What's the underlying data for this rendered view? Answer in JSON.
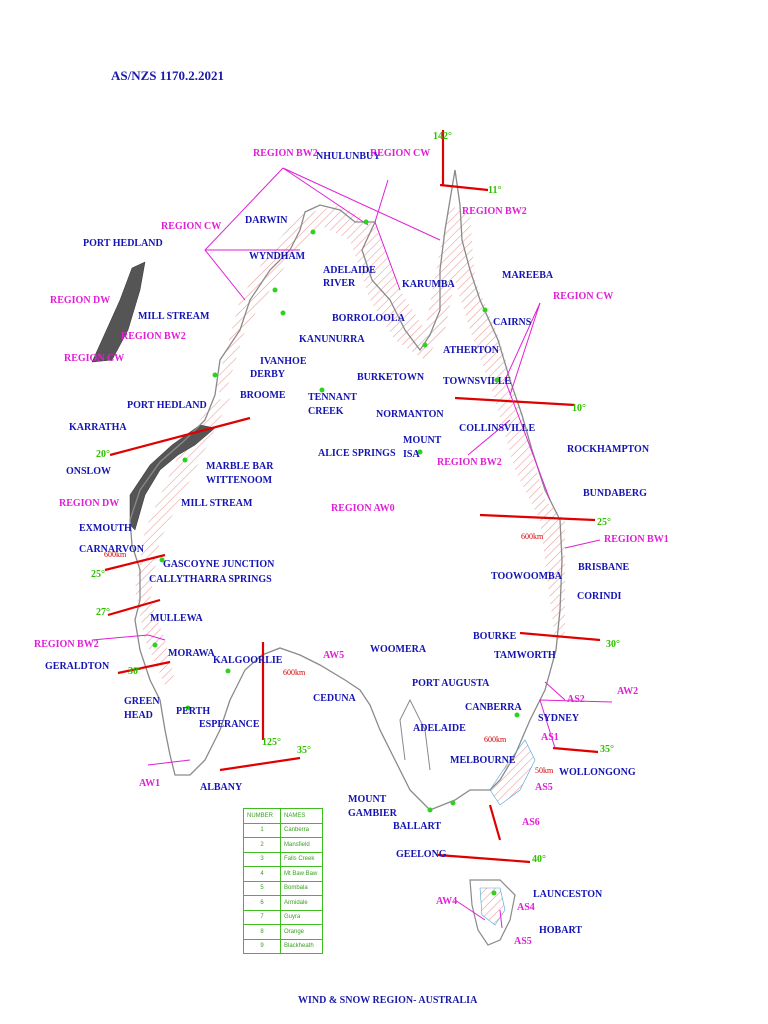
{
  "title": "AS/NZS 1170.2.2021",
  "footer": "WIND & SNOW REGION- AUSTRALIA",
  "colors": {
    "label": "#1414b4",
    "region": "#e01fd6",
    "degree": "#2fbf00",
    "boundary": "#e00000",
    "coast": "#888888",
    "strip": "#555555"
  },
  "places": {
    "port_hedland_inset": "PORT HEDLAND",
    "mill_stream_inset": "MILL STREAM",
    "darwin": "DARWIN",
    "nhulunbuy": "NHULUNBUY",
    "wyndham": "WYNDHAM",
    "adelaide_river_1": "ADELAIDE",
    "adelaide_river_2": "RIVER",
    "karumba": "KARUMBA",
    "mareeba": "MAREEBA",
    "borroloola": "BORROLOOLA",
    "kanunurra": "KANUNURRA",
    "cairns": "CAIRNS",
    "ivanhoe": "IVANHOE",
    "derby": "DERBY",
    "atherton": "ATHERTON",
    "burketown": "BURKETOWN",
    "broome": "BROOME",
    "tennant_1": "TENNANT",
    "tennant_2": "CREEK",
    "townsville": "TOWNSVILLE",
    "port_hedland": "PORT HEDLAND",
    "normanton": "NORMANTON",
    "karratha": "KARRATHA",
    "collinsville": "COLLINSVILLE",
    "mount_isa_1": "MOUNT",
    "mount_isa_2": "ISA",
    "rockhampton": "ROCKHAMPTON",
    "alice_springs": "ALICE SPRINGS",
    "marble_bar": "MARBLE BAR",
    "wittenoom": "WITTENOOM",
    "onslow": "ONSLOW",
    "mill_stream": "MILL STREAM",
    "bundaberg": "BUNDABERG",
    "exmouth": "EXMOUTH",
    "carnarvon": "CARNARVON",
    "gascoyne": "GASCOYNE JUNCTION",
    "callytharra": "CALLYTHARRA SPRINGS",
    "brisbane": "BRISBANE",
    "toowoomba": "TOOWOOMBA",
    "corindi": "CORINDI",
    "mullewa": "MULLEWA",
    "bourke": "BOURKE",
    "tamworth": "TAMWORTH",
    "geraldton": "GERALDTON",
    "morawa": "MORAWA",
    "kalgoorlie": "KALGOORLIE",
    "woomera": "WOOMERA",
    "port_augusta": "PORT AUGUSTA",
    "green_1": "GREEN",
    "green_2": "HEAD",
    "ceduna": "CEDUNA",
    "perth": "PERTH",
    "canberra": "CANBERRA",
    "sydney": "SYDNEY",
    "esperance": "ESPERANCE",
    "adelaide": "ADELAIDE",
    "melbourne": "MELBOURNE",
    "wollongong": "WOLLONGONG",
    "albany": "ALBANY",
    "mount_gambier_1": "MOUNT",
    "mount_gambier_2": "GAMBIER",
    "ballart": "BALLART",
    "geelong": "GEELONG",
    "launceston": "LAUNCESTON",
    "hobart": "HOBART"
  },
  "regions": {
    "bw2_top": "REGION BW2",
    "cw_top": "REGION CW",
    "cw_left": "REGION CW",
    "dw_inset": "REGION DW",
    "bw2_inset": "REGION BW2",
    "cw_inset": "REGION CW",
    "bw2_ne": "REGION BW2",
    "cw_right": "REGION CW",
    "bw2_mid": "REGION BW2",
    "dw_main": "REGION DW",
    "aw0": "REGION AW0",
    "bw1": "REGION BW1",
    "bw2_sw": "REGION BW2",
    "aw5": "AW5",
    "as2": "AS2",
    "aw2": "AW2",
    "as1": "AS1",
    "as5_a": "AS5",
    "as6": "AS6",
    "aw1": "AW1",
    "aw4": "AW4",
    "as4": "AS4",
    "as5_b": "AS5"
  },
  "degrees": {
    "d142": "142°",
    "d11": "11°",
    "d10": "10°",
    "d20": "20°",
    "d25_e": "25°",
    "d25_w": "25°",
    "d27": "27°",
    "d30_e": "30°",
    "d30_w": "30°",
    "d125": "125°",
    "d35_e": "35°",
    "d35_w": "35°",
    "d40": "40°"
  },
  "boundary_labels": {
    "b1": "600km",
    "b2": "600km",
    "b3": "600km",
    "b4": "600km",
    "b5": "50km"
  },
  "legend": {
    "headers": [
      "NUMBER",
      "NAMES"
    ],
    "rows": [
      [
        "1",
        "Canberra"
      ],
      [
        "2",
        "Mansfield"
      ],
      [
        "3",
        "Falls Creek"
      ],
      [
        "4",
        "Mt Baw Baw"
      ],
      [
        "5",
        "Bombala"
      ],
      [
        "6",
        "Armidale"
      ],
      [
        "7",
        "Guyra"
      ],
      [
        "8",
        "Orange"
      ],
      [
        "9",
        "Blackheath"
      ]
    ]
  }
}
